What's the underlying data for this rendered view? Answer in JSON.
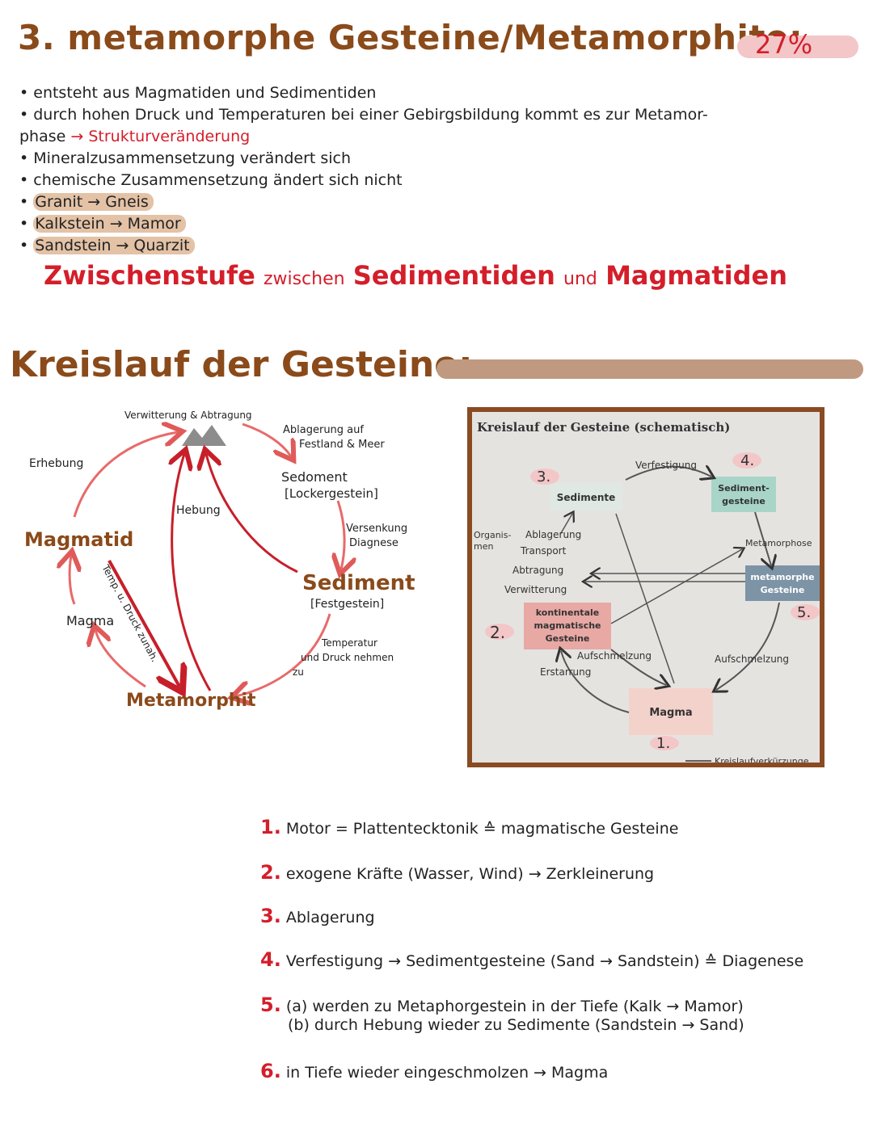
{
  "section3": {
    "title": "3. metamorphe Gesteine/Metamorphite:",
    "percent": "27%",
    "bullets": [
      "entsteht aus Magmatiden und Sedimentiden",
      "durch hohen Druck und Temperaturen bei einer Gebirgsbildung kommt es zur Metamor-",
      "Mineralzusammensetzung verändert sich",
      "chemische Zusammensetzung ändert sich nicht"
    ],
    "bullet2_cont": "phase",
    "bullet2_result": "Strukturveränderung",
    "examples": [
      "Granit → Gneis",
      "Kalkstein → Mamor",
      "Sandstein → Quarzit"
    ],
    "zwischenstufe": {
      "w1": "Zwischenstufe",
      "w2": "zwischen",
      "w3": "Sedimentiden",
      "w4": "und",
      "w5": "Magmatiden"
    }
  },
  "cycle": {
    "title": "Kreislauf der Gesteine:",
    "labels": {
      "top": "Verwitterung & Abtragung",
      "ablagerung1": "Ablagerung auf",
      "ablagerung2": "Festland & Meer",
      "sedoment1": "Sedoment",
      "sedoment2": "[Lockergestein]",
      "versenkung1": "Versenkung",
      "versenkung2": "Diagnese",
      "sediment": "Sediment",
      "festgestein": "[Festgestein]",
      "temp1": "Temperatur",
      "temp2": "und Druck nehmen",
      "temp3": "zu",
      "metamorphit": "Metamorphit",
      "magma": "Magma",
      "magmatid": "Magmatid",
      "erhebung": "Erhebung",
      "hebung": "Hebung",
      "diag": "Temp. u. Druck zunah."
    }
  },
  "schema": {
    "title": "Kreislauf der Gesteine (schematisch)",
    "boxes": {
      "sedimente": "Sedimente",
      "sedgest1": "Sediment-",
      "sedgest2": "gesteine",
      "meta1": "metamorphe",
      "meta2": "Gesteine",
      "konti1": "kontinentale",
      "konti2": "magmatische",
      "konti3": "Gesteine",
      "magma": "Magma"
    },
    "labels": {
      "verfestigung": "Verfestigung",
      "metamorphose": "Metamorphose",
      "organis1": "Organis-",
      "organis2": "men",
      "ablagerung": "Ablagerung",
      "transport": "Transport",
      "abtragung": "Abtragung",
      "verwitterung": "Verwitterung",
      "aufschm1": "Aufschmelzung",
      "aufschm2": "Aufschmelzung",
      "erstarrung": "Erstarrung",
      "legend": "Kreislaufverkürzunge"
    },
    "numbers": [
      "1.",
      "2.",
      "3.",
      "4.",
      "5."
    ]
  },
  "steps": [
    {
      "num": "1.",
      "text": "Motor = Plattentecktonik ≙ magmatische Gesteine"
    },
    {
      "num": "2.",
      "text": "exogene Kräfte (Wasser, Wind) → Zerkleinerung"
    },
    {
      "num": "3.",
      "text": "Ablagerung"
    },
    {
      "num": "4.",
      "text": "Verfestigung → Sedimentgesteine (Sand → Sandstein) ≙ Diagenese"
    },
    {
      "num": "5.",
      "text": "(a) werden zu Metaphorgestein in der Tiefe (Kalk → Mamor)"
    },
    {
      "num": "",
      "text": "(b) durch Hebung wieder zu Sedimente (Sandstein → Sand)"
    },
    {
      "num": "6.",
      "text": "in Tiefe wieder eingeschmolzen → Magma"
    }
  ]
}
